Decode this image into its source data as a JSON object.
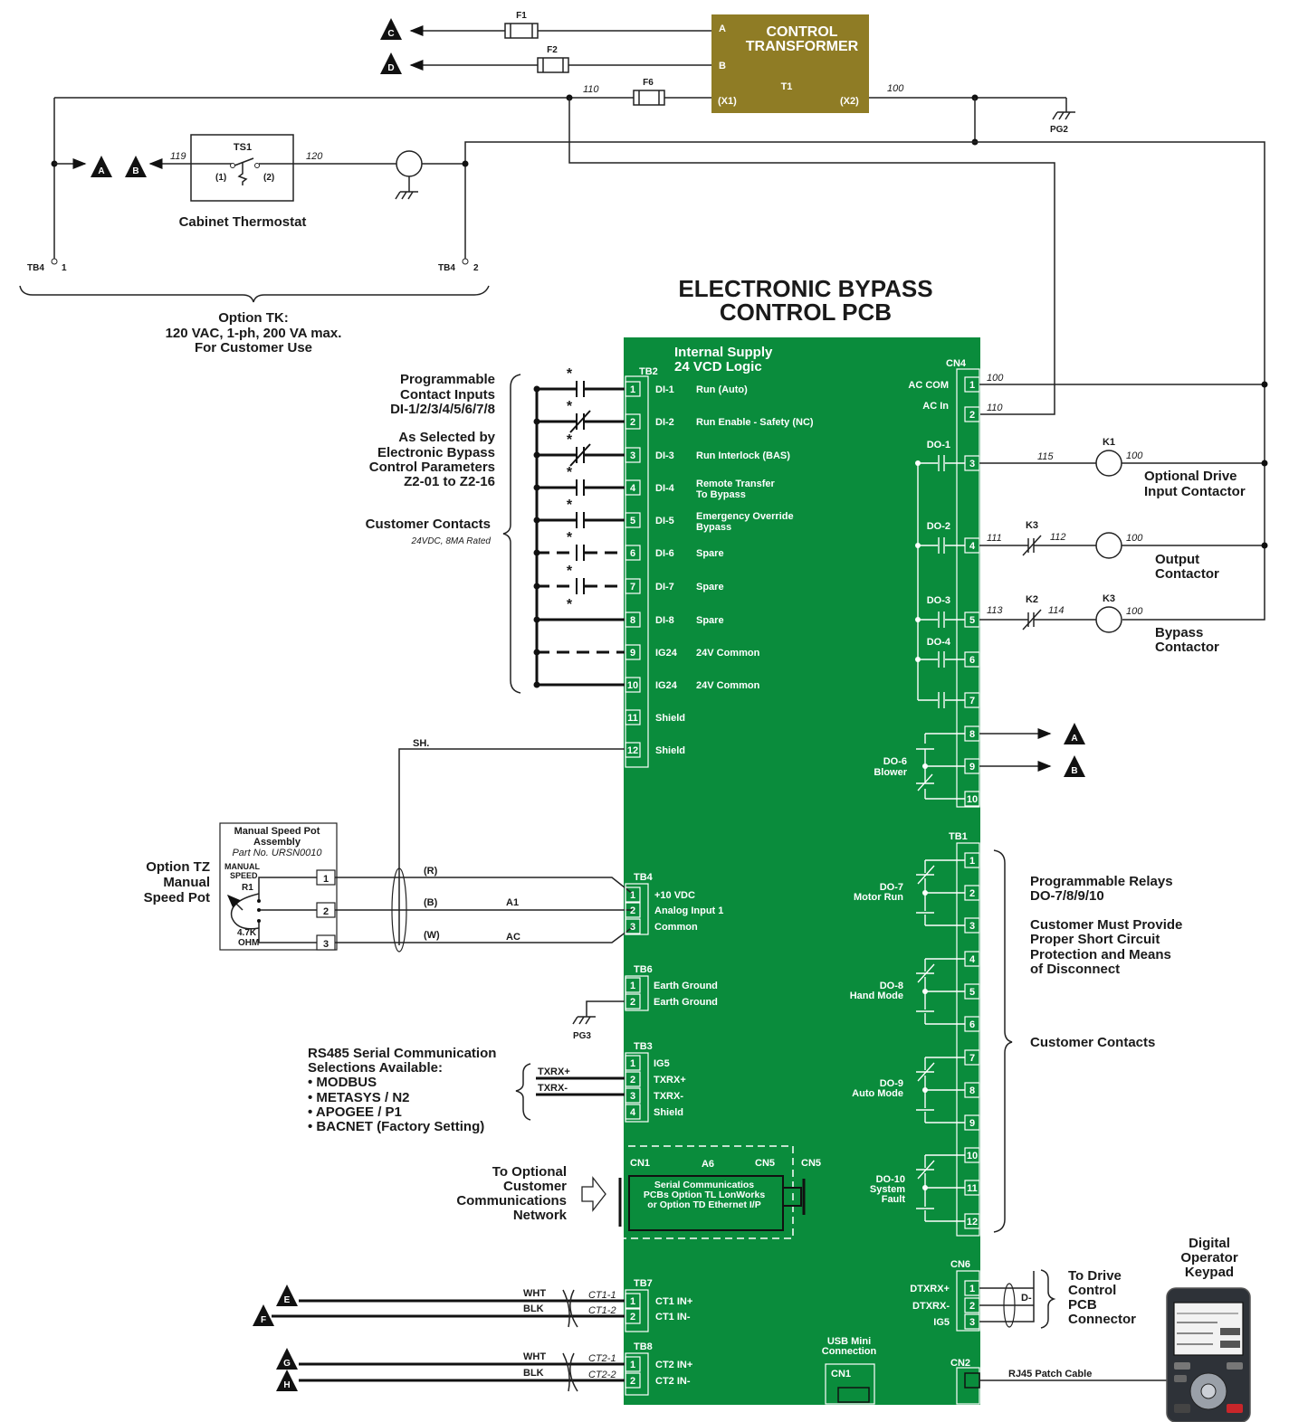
{
  "title": {
    "line1": "ELECTRONIC BYPASS",
    "line2": "CONTROL PCB"
  },
  "transformer": {
    "label1": "CONTROL",
    "label2": "TRANSFORMER",
    "ref": "T1",
    "a": "A",
    "b": "B",
    "x1": "(X1)",
    "x2": "(X2)",
    "fill": "#8f7c25"
  },
  "fuses": {
    "f1": "F1",
    "f2": "F2",
    "f6": "F6"
  },
  "wires": {
    "w110": "110",
    "w100": "100",
    "w119": "119",
    "w120": "120",
    "w115": "115",
    "w111": "111",
    "w112": "112",
    "w113": "113",
    "w114": "114"
  },
  "ground_labels": {
    "pg2": "PG2",
    "pg3": "PG3"
  },
  "thermostat": {
    "ref": "TS1",
    "p1": "(1)",
    "p2": "(2)",
    "caption": "Cabinet Thermostat"
  },
  "tb4_ext": {
    "label": "TB4",
    "t1": "1",
    "t2": "2"
  },
  "option_tk": {
    "line1": "Option TK:",
    "line2": "120 VAC, 1-ph, 200 VA max.",
    "line3": "For Customer Use"
  },
  "markers": {
    "a": "A",
    "b": "B",
    "c": "C",
    "d": "D",
    "e": "E",
    "f": "F",
    "g": "G",
    "h": "H"
  },
  "pcb": {
    "supply1": "Internal Supply",
    "supply2": "24 VCD Logic",
    "color": "#0a8c3c"
  },
  "tb2": {
    "label": "TB2",
    "rows": [
      {
        "num": "1",
        "name": "DI-1",
        "desc": "Run (Auto)",
        "desc2": ""
      },
      {
        "num": "2",
        "name": "DI-2",
        "desc": "Run Enable - Safety (NC)",
        "desc2": ""
      },
      {
        "num": "3",
        "name": "DI-3",
        "desc": "Run Interlock (BAS)",
        "desc2": ""
      },
      {
        "num": "4",
        "name": "DI-4",
        "desc": "Remote Transfer",
        "desc2": "To Bypass"
      },
      {
        "num": "5",
        "name": "DI-5",
        "desc": "Emergency Override",
        "desc2": "Bypass"
      },
      {
        "num": "6",
        "name": "DI-6",
        "desc": "Spare",
        "desc2": ""
      },
      {
        "num": "7",
        "name": "DI-7",
        "desc": "Spare",
        "desc2": ""
      },
      {
        "num": "8",
        "name": "DI-8",
        "desc": "Spare",
        "desc2": ""
      },
      {
        "num": "9",
        "name": "IG24",
        "desc": "24V Common",
        "desc2": ""
      },
      {
        "num": "10",
        "name": "IG24",
        "desc": "24V Common",
        "desc2": ""
      },
      {
        "num": "11",
        "name": "Shield",
        "desc": "",
        "desc2": ""
      },
      {
        "num": "12",
        "name": "Shield",
        "desc": "",
        "desc2": ""
      }
    ]
  },
  "left_notes": {
    "prog1": "Programmable",
    "prog2": "Contact Inputs",
    "prog3": "DI-1/2/3/4/5/6/7/8",
    "sel1": "As Selected by",
    "sel2": "Electronic Bypass",
    "sel3": "Control Parameters",
    "sel4": "Z2-01 to Z2-16",
    "cust": "Customer Contacts",
    "rating": "24VDC, 8MA Rated"
  },
  "cn4": {
    "label": "CN4",
    "ac_com": "AC COM",
    "ac_in": "AC In",
    "rows": [
      "1",
      "2",
      "3",
      "4",
      "5",
      "6",
      "7",
      "8",
      "9",
      "10"
    ],
    "do1": "DO-1",
    "do2": "DO-2",
    "do3": "DO-3",
    "do4": "DO-4",
    "do6a": "DO-6",
    "do6b": "Blower"
  },
  "contactors": {
    "k1": "K1",
    "k2": "K2",
    "k3": "K3",
    "k3b": "K3",
    "opt1": "Optional Drive",
    "opt2": "Input Contactor",
    "out1": "Output",
    "out2": "Contactor",
    "byp1": "Bypass",
    "byp2": "Contactor"
  },
  "speed_pot": {
    "title1": "Manual Speed Pot",
    "title2": "Assembly",
    "part": "Part No. URSN0010",
    "ms1": "MANUAL",
    "ms2": "SPEED",
    "r1": "R1",
    "ohm1": "4.7K",
    "ohm2": "OHM",
    "t1": "1",
    "t2": "2",
    "t3": "3",
    "opt1": "Option TZ",
    "opt2": "Manual",
    "opt3": "Speed Pot",
    "sh": "SH.",
    "r": "(R)",
    "b": "(B)",
    "w": "(W)",
    "a1": "A1",
    "ac": "AC"
  },
  "tb4": {
    "label": "TB4",
    "rows": [
      {
        "num": "1",
        "desc": "+10 VDC"
      },
      {
        "num": "2",
        "desc": "Analog Input 1"
      },
      {
        "num": "3",
        "desc": "Common"
      }
    ]
  },
  "tb6": {
    "label": "TB6",
    "rows": [
      {
        "num": "1",
        "desc": "Earth Ground"
      },
      {
        "num": "2",
        "desc": "Earth Ground"
      }
    ]
  },
  "tb3": {
    "label": "TB3",
    "rows": [
      {
        "num": "1",
        "desc": "IG5"
      },
      {
        "num": "2",
        "desc": "TXRX+"
      },
      {
        "num": "3",
        "desc": "TXRX-"
      },
      {
        "num": "4",
        "desc": "Shield"
      }
    ]
  },
  "rs485": {
    "l1": "RS485 Serial Communication",
    "l2": "Selections Available:",
    "items": [
      "• MODBUS",
      "• METASYS / N2",
      "• APOGEE / P1",
      "• BACNET (Factory Setting)"
    ],
    "txp": "TXRX+",
    "txm": "TXRX-"
  },
  "comm": {
    "l1": "To Optional",
    "l2": "Customer",
    "l3": "Communications",
    "l4": "Network",
    "cn1": "CN1",
    "a6": "A6",
    "cn5": "CN5",
    "cn5b": "CN5",
    "d1": "Serial Communicatios",
    "d2": "PCBs Option TL LonWorks",
    "d3": "or Option TD Ethernet I/P"
  },
  "tb1": {
    "label": "TB1",
    "rows": [
      "1",
      "2",
      "3",
      "4",
      "5",
      "6",
      "7",
      "8",
      "9",
      "10",
      "11",
      "12"
    ],
    "do7a": "DO-7",
    "do7b": "Motor Run",
    "do8a": "DO-8",
    "do8b": "Hand Mode",
    "do9a": "DO-9",
    "do9b": "Auto Mode",
    "do10a": "DO-10",
    "do10b": "System",
    "do10c": "Fault",
    "n1": "Programmable Relays",
    "n2": "DO-7/8/9/10",
    "n3": "Customer Must Provide",
    "n4": "Proper Short Circuit",
    "n5": "Protection and Means",
    "n6": "of Disconnect",
    "cust": "Customer Contacts"
  },
  "tb7": {
    "label": "TB7",
    "rows": [
      {
        "num": "1",
        "desc": "CT1 IN+",
        "wire": "CT1-1",
        "col": "WHT"
      },
      {
        "num": "2",
        "desc": "CT1 IN-",
        "wire": "CT1-2",
        "col": "BLK"
      }
    ]
  },
  "tb8": {
    "label": "TB8",
    "rows": [
      {
        "num": "1",
        "desc": "CT2 IN+",
        "wire": "CT2-1",
        "col": "WHT"
      },
      {
        "num": "2",
        "desc": "CT2 IN-",
        "wire": "CT2-2",
        "col": "BLK"
      }
    ]
  },
  "cn6": {
    "label": "CN6",
    "rows": [
      {
        "num": "1",
        "desc": "DTXRX+"
      },
      {
        "num": "2",
        "desc": "DTXRX-"
      },
      {
        "num": "3",
        "desc": "IG5"
      }
    ],
    "dm": "D-",
    "to1": "To Drive",
    "to2": "Control",
    "to3": "PCB",
    "to4": "Connector"
  },
  "usb": {
    "l1": "USB Mini",
    "l2": "Connection",
    "cn1": "CN1"
  },
  "cn2": {
    "label": "CN2",
    "cable": "RJ45 Patch Cable"
  },
  "keypad": {
    "l1": "Digital",
    "l2": "Operator",
    "l3": "Keypad"
  }
}
